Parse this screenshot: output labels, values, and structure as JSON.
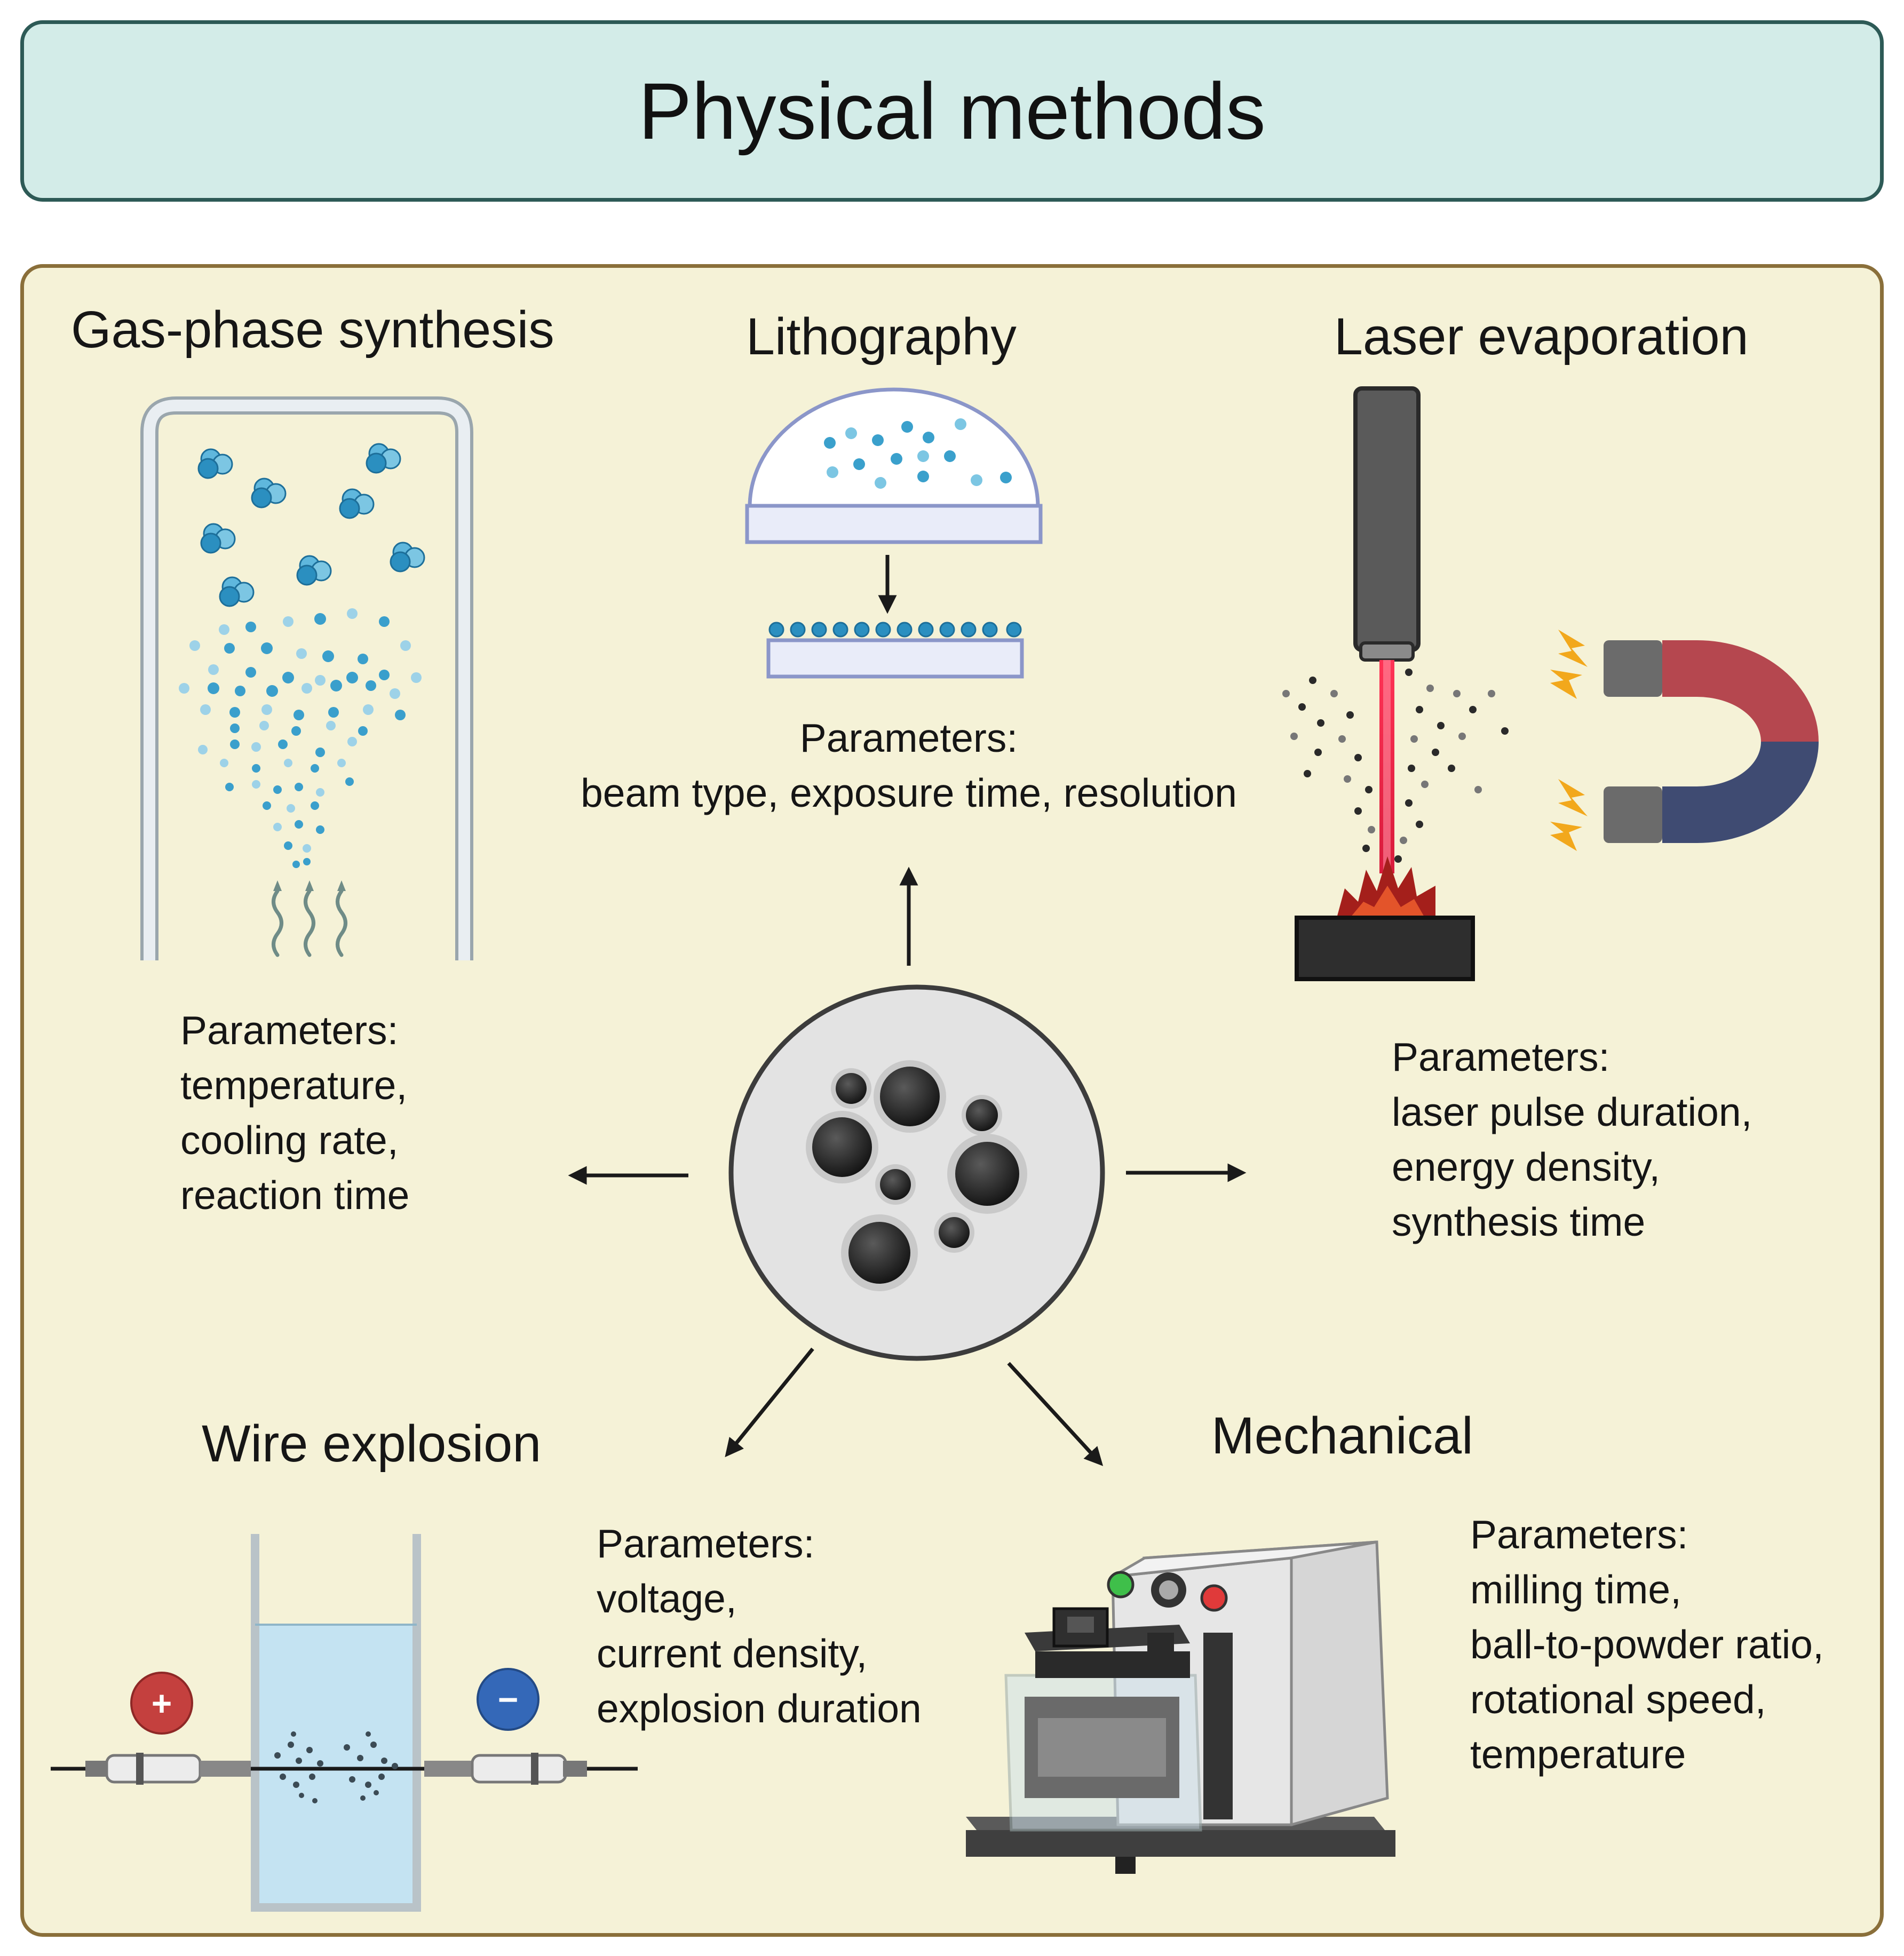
{
  "header": {
    "title": "Physical methods"
  },
  "methods": {
    "gas_phase": {
      "title": "Gas-phase synthesis",
      "parameters_label": "Parameters:",
      "parameters": [
        "temperature,",
        "cooling rate,",
        "reaction time"
      ]
    },
    "lithography": {
      "title": "Lithography",
      "parameters_label": "Parameters:",
      "parameters": [
        "beam type, exposure time, resolution"
      ]
    },
    "laser": {
      "title": "Laser evaporation",
      "parameters_label": "Parameters:",
      "parameters": [
        "laser pulse duration,",
        "energy density,",
        "synthesis time"
      ]
    },
    "wire": {
      "title": "Wire explosion",
      "parameters_label": "Parameters:",
      "parameters": [
        "voltage,",
        "current density,",
        "explosion duration"
      ],
      "positive_symbol": "+",
      "negative_symbol": "−"
    },
    "mechanical": {
      "title": "Mechanical",
      "parameters_label": "Parameters:",
      "parameters": [
        "milling time,",
        "ball-to-powder ratio,",
        "rotational speed,",
        "temperature"
      ]
    }
  },
  "colors": {
    "header_fill": "#d3ece8",
    "header_border": "#2d5a56",
    "panel_fill": "#f5f2d7",
    "panel_border": "#8a6f3a",
    "particle_blue": "#2b8fc0",
    "laser_red": "#e8204a",
    "magnet_red": "#b5474f",
    "magnet_blue": "#3f4b72"
  }
}
